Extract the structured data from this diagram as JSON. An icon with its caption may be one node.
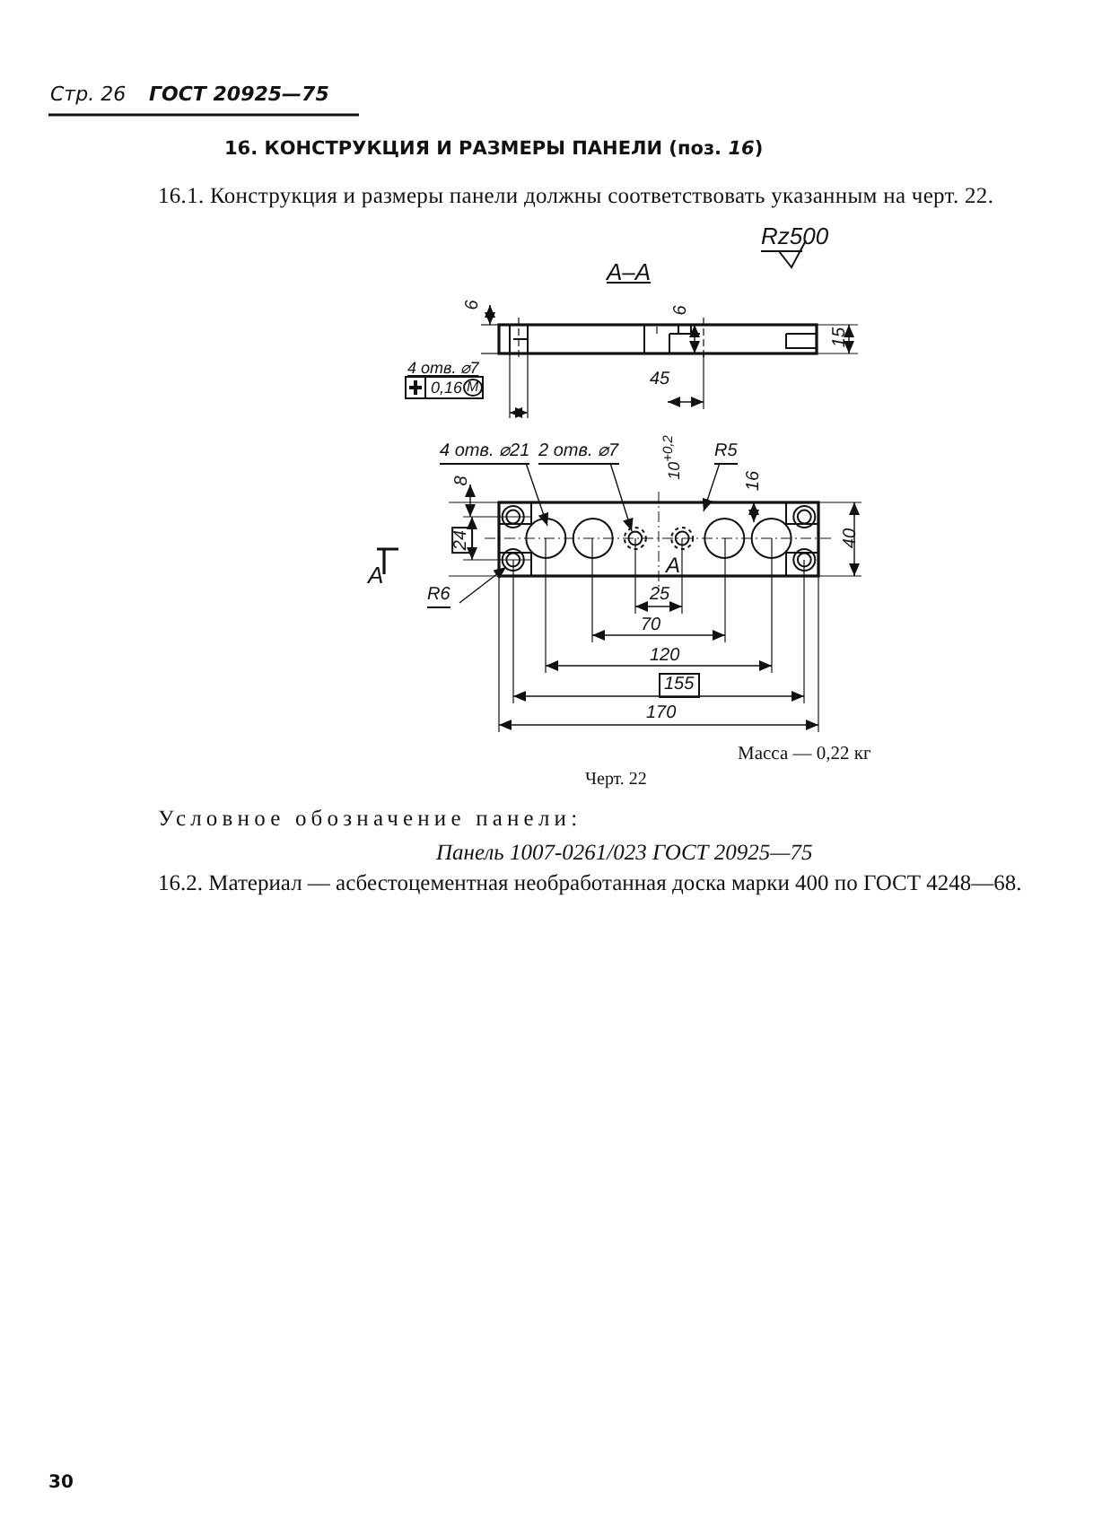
{
  "diagram": {
    "title": "16. КОНСТРУКЦИЯ И РАЗМЕРЫ ПАНЕЛИ (поз. *16*)",
    "caption": "Черт. 22",
    "nodes": [
      {
        "text": [
          "4 отв. ⌀21"
        ]
      },
      {
        "text": [
          "2 отв. ⌀7"
        ]
      },
      {
        "text": [
          "R5"
        ]
      },
      {
        "text": [
          "R6"
        ]
      }
    ],
    "edges": [
      {
        "from": 0,
        "to": null,
        "arrow": "to"
      },
      {
        "from": 1,
        "to": null,
        "arrow": "to"
      },
      {
        "from": 2,
        "to": null,
        "arrow": "to"
      },
      {
        "from": 3,
        "to": null,
        "arrow": "to"
      }
    ],
    "labels": [
      "Стр. 26",
      "ГОСТ 20925—75",
      "16.1. Конструкция и размеры панели должны соответствовать указанным на черт. 22.",
      "Rz500",
      "А–А",
      "6",
      "6",
      "15",
      "4 отв. ⌀7",
      "0,16",
      "М",
      "45",
      "8",
      "10$^{+0,2}$",
      "16",
      "24",
      "40",
      "А",
      "А",
      "25",
      "70",
      "120",
      "155",
      "170",
      "Масса — 0,22 кг",
      "Условное обозначение панели:",
      "Панель 1007-0261/023 ГОСТ 20925—75",
      "16.2. Материал — асбестоцементная необработанная доска марки 400 по ГОСТ 4248—68.",
      "30"
    ]
  }
}
